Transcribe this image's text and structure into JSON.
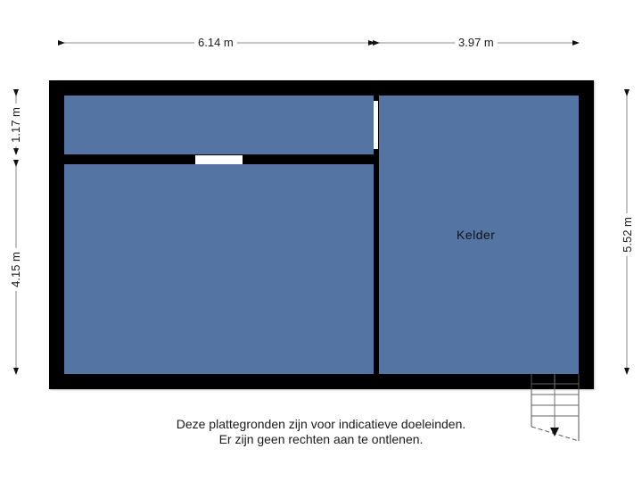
{
  "dimensions": {
    "top_left_width": "6.14 m",
    "top_right_width": "3.97 m",
    "left_upper_height": "1.17 m",
    "left_lower_height": "4.15 m",
    "right_height": "5.52 m"
  },
  "rooms": [
    {
      "id": "top-left-room",
      "label": ""
    },
    {
      "id": "bottom-left-room",
      "label": ""
    },
    {
      "id": "kelder-room",
      "label": "Kelder"
    }
  ],
  "colors": {
    "room_fill": "#5474a3",
    "wall": "#000000",
    "background": "#ffffff"
  },
  "disclaimer": {
    "line1": "Deze plattegronden zijn voor indicatieve doeleinden.",
    "line2": "Er zijn geen rechten aan te ontlenen."
  }
}
